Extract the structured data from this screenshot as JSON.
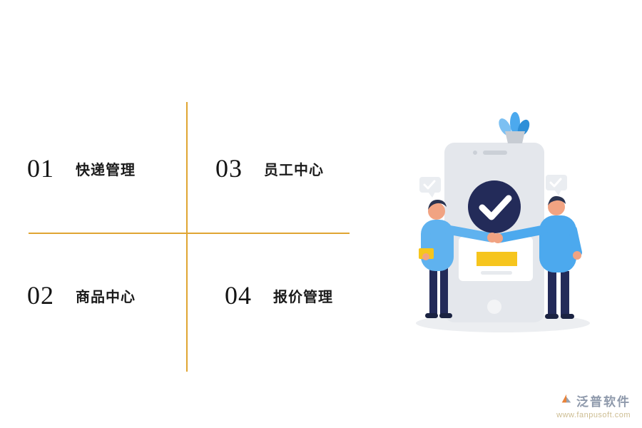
{
  "features": [
    {
      "number": "01",
      "label": "快递管理"
    },
    {
      "number": "03",
      "label": "员工中心"
    },
    {
      "number": "02",
      "label": "商品中心"
    },
    {
      "number": "04",
      "label": "报价管理"
    }
  ],
  "branding": {
    "name": "泛普软件",
    "url": "www.fanpusoft.com"
  },
  "colors": {
    "divider_gold": "#E0A532",
    "accent_yellow": "#F6C51D",
    "navy": "#232B59",
    "blue": "#4CA9EE",
    "light_blue": "#5FB2EF",
    "phone_gray": "#E4E7EC",
    "brand_gray": "#8E99AB",
    "brand_url_tan": "#CDBD92"
  },
  "illustration": {
    "name": "two-people-fist-bump-phone-checkmark"
  }
}
